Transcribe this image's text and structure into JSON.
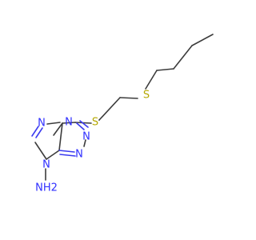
{
  "molecule": {
    "atoms": {
      "s1": "S",
      "s2": "S",
      "n1": "N",
      "n2": "N",
      "n3": "N",
      "n4": "N",
      "n5": "N",
      "nh2": "NH2"
    }
  },
  "colors": {
    "bond": "#3c3c3c",
    "sulfur": "#b5a800",
    "nitrogen": "#2f2fff"
  }
}
